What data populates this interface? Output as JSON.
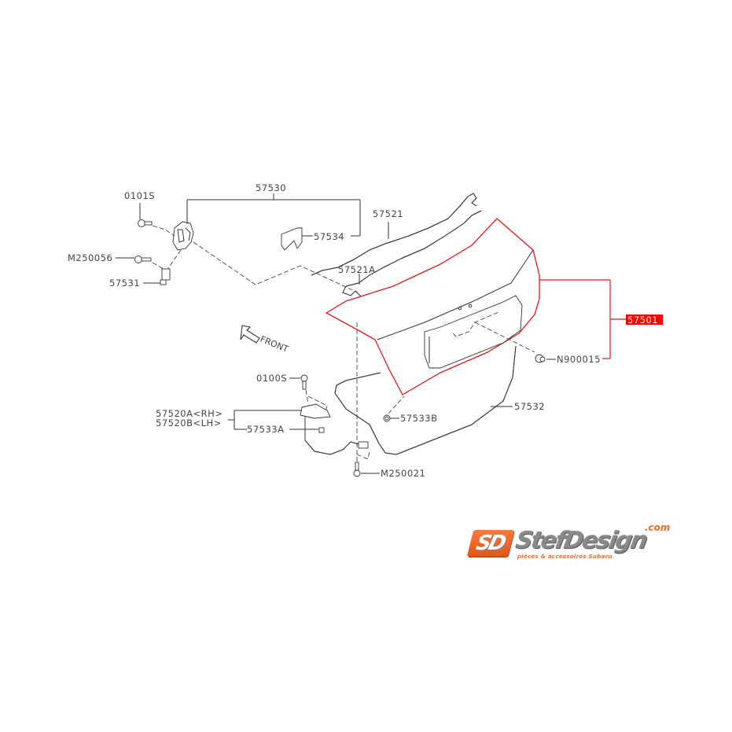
{
  "diagram": {
    "subject": "Trunk lid assembly exploded parts diagram",
    "highlight_color": "#ff0000",
    "outline_color": "#e01b1b",
    "direction_indicator": "FRONT",
    "callouts": [
      {
        "id": "0101S",
        "label": "0101S"
      },
      {
        "id": "57530",
        "label": "57530"
      },
      {
        "id": "57534",
        "label": "57534"
      },
      {
        "id": "57521",
        "label": "57521"
      },
      {
        "id": "57521A",
        "label": "57521A"
      },
      {
        "id": "M250056",
        "label": "M250056"
      },
      {
        "id": "57531",
        "label": "57531"
      },
      {
        "id": "57501",
        "label": "57501",
        "highlighted": true
      },
      {
        "id": "N900015",
        "label": "N900015"
      },
      {
        "id": "0100S",
        "label": "0100S"
      },
      {
        "id": "57520A",
        "label": "57520A<RH>"
      },
      {
        "id": "57520B",
        "label": "57520B<LH>"
      },
      {
        "id": "57533A",
        "label": "57533A"
      },
      {
        "id": "57533B",
        "label": "57533B"
      },
      {
        "id": "57532",
        "label": "57532"
      },
      {
        "id": "M250021",
        "label": "M250021"
      }
    ]
  },
  "logo": {
    "badge": "SD",
    "name": "StefDesign",
    "domain": ".com",
    "tagline": "pièces & accessoires Subaru"
  }
}
